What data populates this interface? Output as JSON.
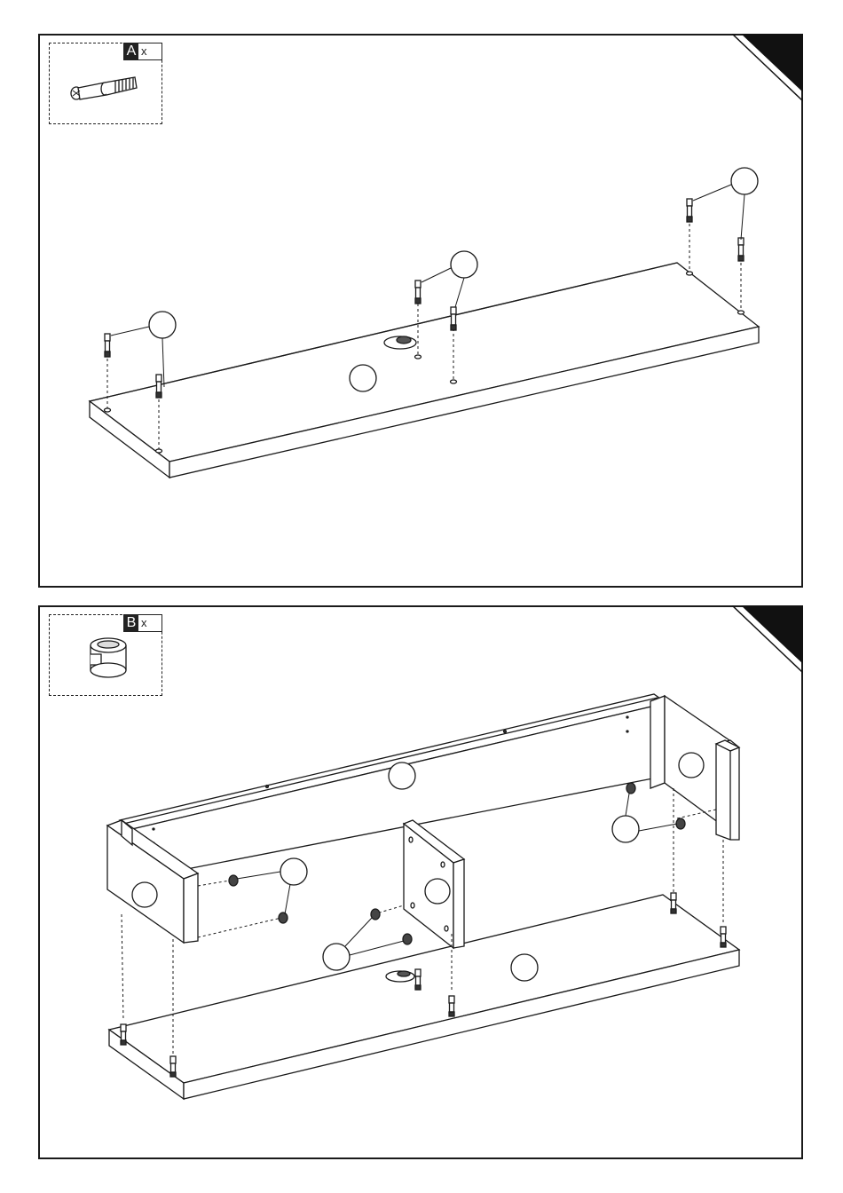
{
  "panels": [
    {
      "hardware_letter": "A",
      "hardware_qty": "x",
      "hardware_icon": "cam-bolt-icon"
    },
    {
      "hardware_letter": "B",
      "hardware_qty": "x",
      "hardware_icon": "cam-lock-icon"
    }
  ],
  "colors": {
    "line": "#1a1a1a",
    "step_corner": "#111111",
    "background": "#ffffff"
  }
}
